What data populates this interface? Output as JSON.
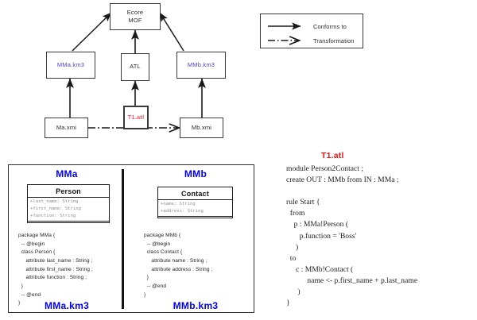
{
  "diagram": {
    "boxes": [
      {
        "id": "ecore",
        "label": "Ecore\nMOF",
        "line1": "Ecore",
        "line2": "MOF",
        "color": "black"
      },
      {
        "id": "mma_km3",
        "label": "MMa.km3",
        "color": "blue"
      },
      {
        "id": "atl",
        "label": "ATL",
        "color": "black"
      },
      {
        "id": "mmb_km3",
        "label": "MMb.km3",
        "color": "blue"
      },
      {
        "id": "t1_atl",
        "label": "T1.atl",
        "color": "red"
      },
      {
        "id": "ma_xmi",
        "label": "Ma.xmi",
        "color": "black"
      },
      {
        "id": "mb_xmi",
        "label": "Mb.xmi",
        "color": "black"
      }
    ]
  },
  "legend": {
    "rows": [
      {
        "icon": "solid-arrow-icon",
        "label": "Conforms to"
      },
      {
        "icon": "dashdot-arrow-icon",
        "label": "Transformation"
      }
    ]
  },
  "metamodels": {
    "left": {
      "title": "MMa",
      "footer": "MMa.km3",
      "uml": {
        "name": "Person",
        "attributes": [
          "+last_name: String",
          "+first_name: String",
          "+function: String"
        ]
      },
      "code": "package MMa {\n  -- @begin\n  class Person {\n     attribute last_name : String ;\n     attribute first_name : String ;\n     attribute function : String ;\n  }\n  -- @end\n}"
    },
    "right": {
      "title": "MMb",
      "footer": "MMb.km3",
      "uml": {
        "name": "Contact",
        "attributes": [
          "+name: String",
          "+address: String"
        ]
      },
      "code": "package MMb {\n  -- @begin\n  class Contact {\n     attribute name : String ;\n     attribute address : String ;\n  }\n  -- @end\n}"
    }
  },
  "atl": {
    "title": "T1.atl",
    "code": "module Person2Contact ;\ncreate OUT : MMb from IN : MMa ;\n\nrule Start {\n  from\n    p : MMa!Person (\n       p.function = 'Boss'\n     )\n  to\n     c : MMb!Contact (\n           name <- p.first_name + p.last_name\n      )\n}"
  },
  "colors": {
    "blue_label": "#0000ff",
    "diagram_blue": "#4b3fd6",
    "red_label": "#ee1111",
    "diagram_red": "#f2556a",
    "stroke": "#2e2e2e"
  }
}
